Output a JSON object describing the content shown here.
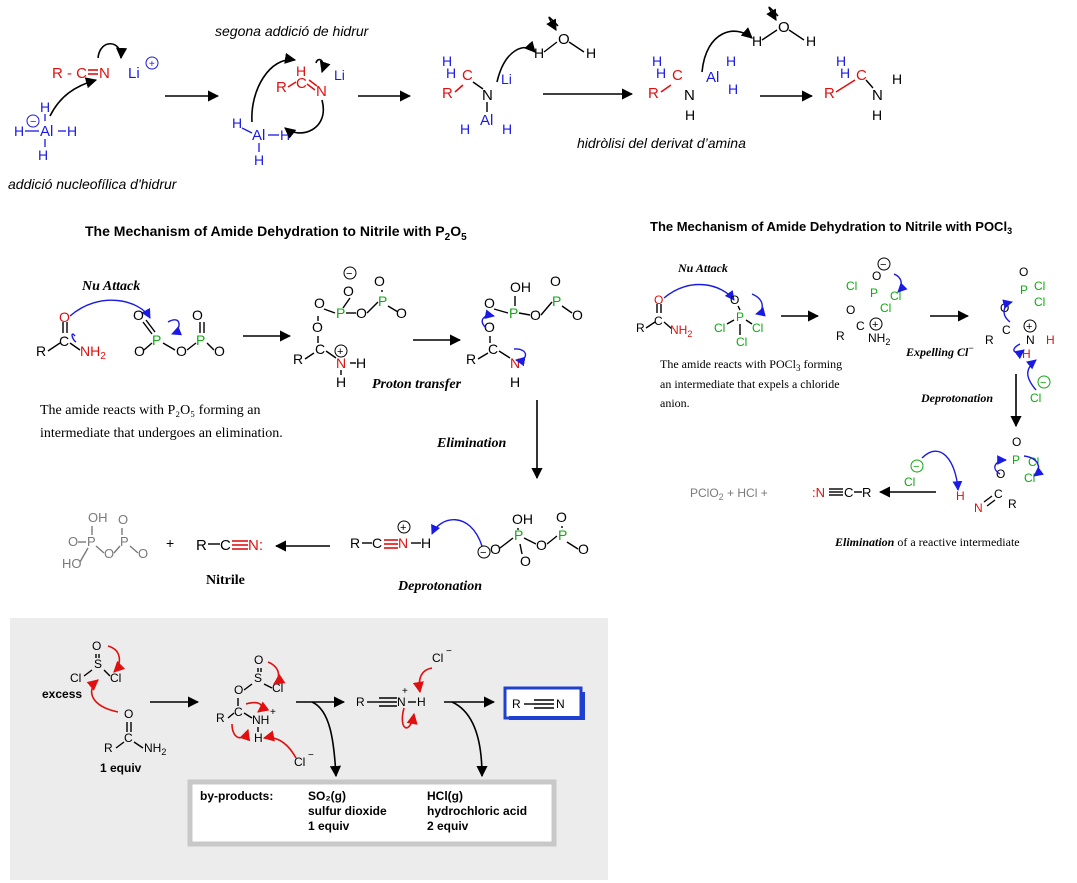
{
  "colors": {
    "carbon_red": "#e01010",
    "hydride_blue": "#1a1ae6",
    "phosphorus_green": "#11a811",
    "byproduct_grey": "#7a7a7a",
    "panel_bg": "#ececec",
    "product_box": "#1f3fd0"
  },
  "hydride": {
    "label_second_addition": "segona addició de hidrur",
    "label_nucleophilic": "addició nucleofílica d'hidrur",
    "label_hydrolysis": "hidròlisi del derivat d’amina",
    "nitrile_group": "R - C",
    "nitrile_n": "N",
    "lithium": "Li",
    "aluminium": "Al",
    "hydrogen": "H",
    "water_o": "O",
    "product_amine": "R-C-N"
  },
  "p2o5": {
    "title": "The Mechanism of Amide Dehydration to Nitrile with P",
    "title_sub": "2",
    "title_mid": "O",
    "title_sub2": "5",
    "nu_attack": "Nu Attack",
    "proton_transfer": "Proton transfer",
    "elimination": "Elimination",
    "deprotonation": "Deprotonation",
    "nitrile_label": "Nitrile",
    "description_line1": "The amide reacts with P₂O₅ forming an",
    "description_line2": "intermediate that undergoes an elimination.",
    "plus": "+"
  },
  "pocl3": {
    "title": "The Mechanism of Amide Dehydration to Nitrile with POCl",
    "title_sub": "3",
    "nu_attack": "Nu Attack",
    "expelling": "Expelling Cl",
    "deprotonation": "Deprotonation",
    "description_line1": "The amide reacts with POCl₃ forming",
    "description_line2": "an intermediate that expels a chloride",
    "description_line3": "anion.",
    "products": "PClO",
    "products_sub": "2",
    "products_rest": "+ HCl +",
    "nitrile_product": "N≡C—R",
    "elimination_caption_bold": "Elimination",
    "elimination_caption_rest": "of a reactive intermediate"
  },
  "socl2": {
    "excess": "excess",
    "one_equiv": "1 equiv",
    "chloride": "Cl",
    "byproducts_label": "by-products:",
    "so2_formula": "SO₂(g)",
    "so2_name": "sulfur dioxide",
    "so2_equiv": "1 equiv",
    "hcl_formula": "HCl(g)",
    "hcl_name": "hydrochloric acid",
    "hcl_equiv": "2 equiv",
    "product": "R—C≡N"
  }
}
